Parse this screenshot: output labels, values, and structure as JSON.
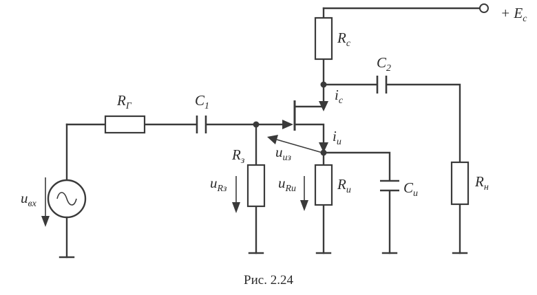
{
  "labels": {
    "supply": {
      "main": "+ E",
      "sub": "c"
    },
    "r_drain": {
      "main": "R",
      "sub": "c"
    },
    "c2": {
      "main": "C",
      "sub": "2"
    },
    "i_drain": {
      "main": "i",
      "sub": "c"
    },
    "r_gen": {
      "main": "R",
      "sub": "Г"
    },
    "c1": {
      "main": "C",
      "sub": "1"
    },
    "i_source": {
      "main": "i",
      "sub": "и"
    },
    "u_gs": {
      "main": "u",
      "sub": "из"
    },
    "r_gate": {
      "main": "R",
      "sub": "з"
    },
    "u_rgate": {
      "main": "u",
      "sub": "Rз"
    },
    "u_rsource": {
      "main": "u",
      "sub": "Rи"
    },
    "r_source": {
      "main": "R",
      "sub": "и"
    },
    "c_source": {
      "main": "C",
      "sub": "и"
    },
    "r_load": {
      "main": "R",
      "sub": "н"
    },
    "u_in": {
      "main": "u",
      "sub": "вх"
    }
  },
  "caption": "Рис. 2.24"
}
